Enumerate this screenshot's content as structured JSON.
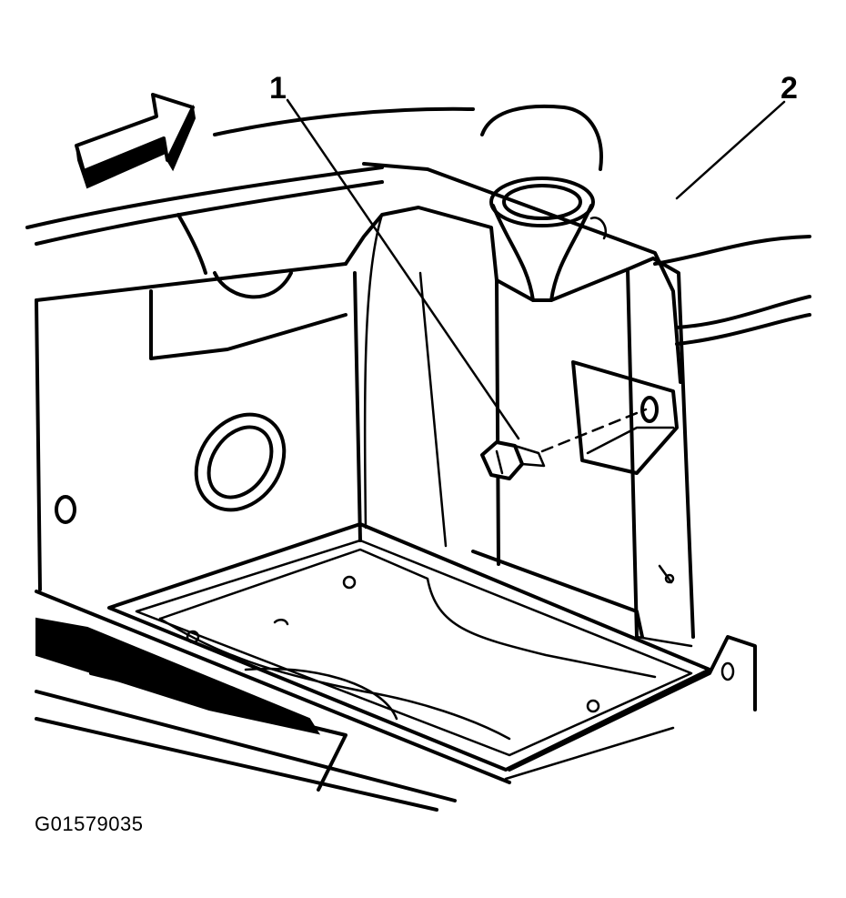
{
  "figure": {
    "id_text": "G01579035"
  },
  "callouts": [
    {
      "number": "1",
      "points_to": "bolt"
    },
    {
      "number": "2",
      "points_to": "coolant-reservoir"
    }
  ],
  "colors": {
    "line": "#000000",
    "background": "#ffffff"
  }
}
